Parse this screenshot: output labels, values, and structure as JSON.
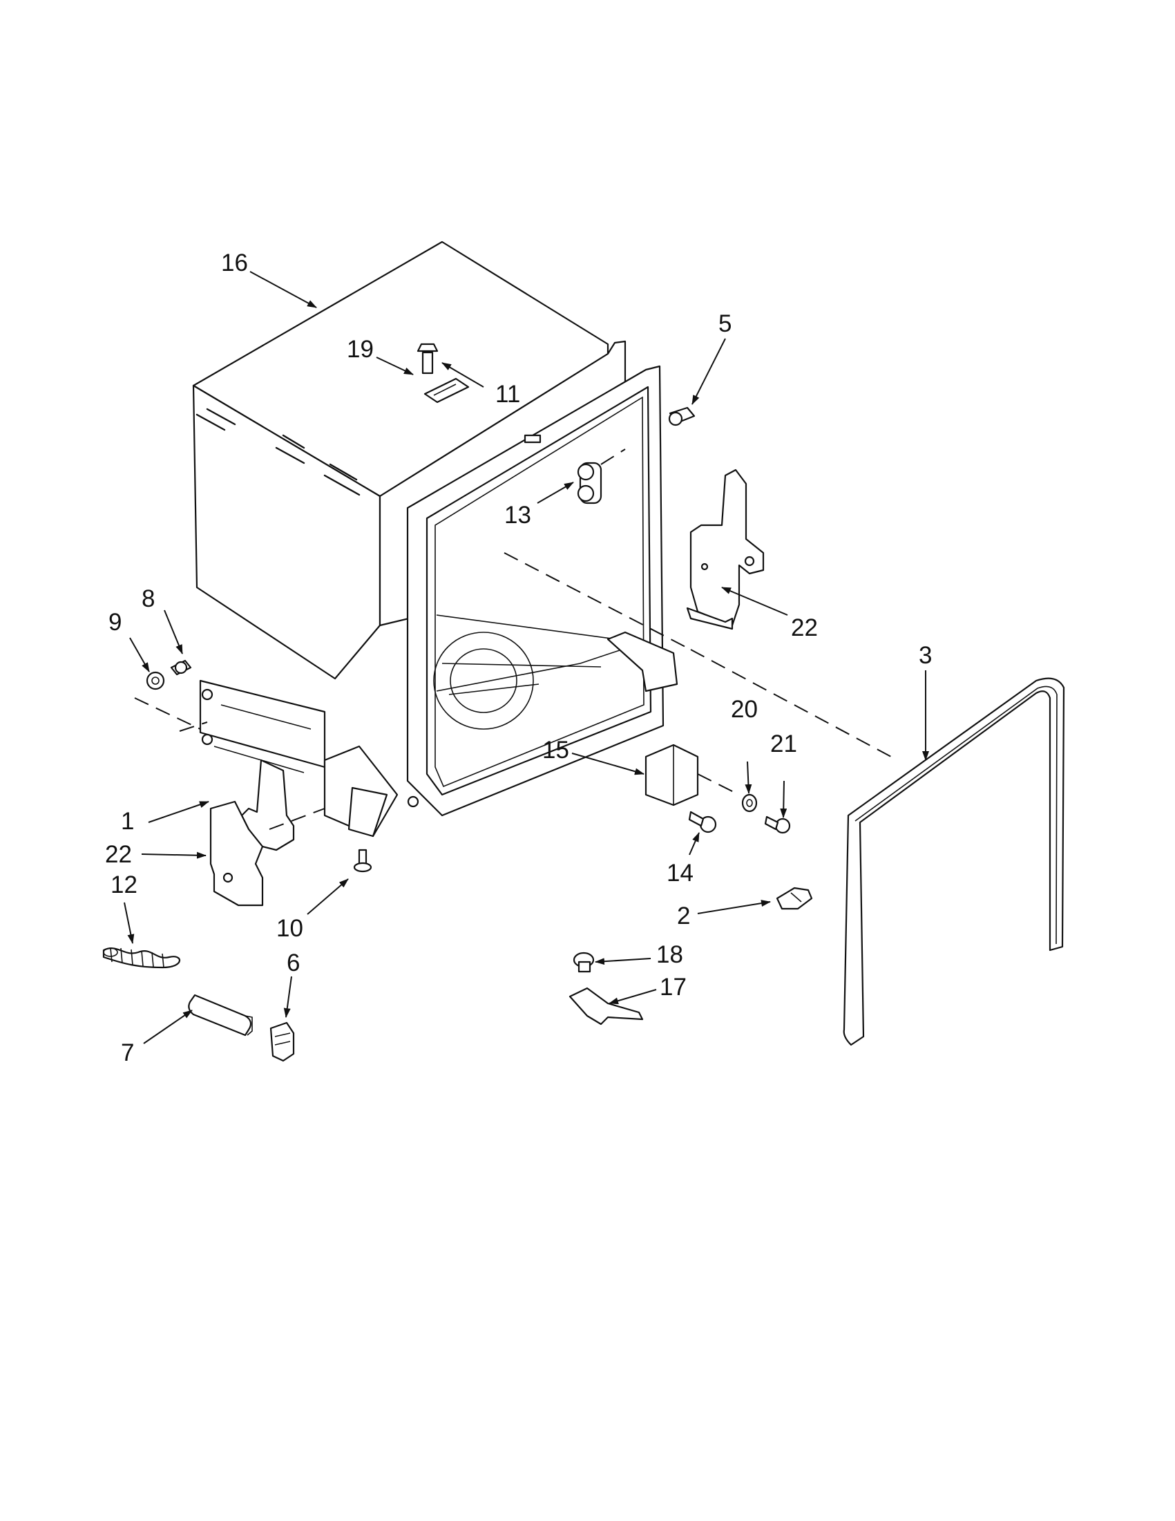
{
  "diagram": {
    "callouts": {
      "c1": "1",
      "c2": "2",
      "c3": "3",
      "c5": "5",
      "c6": "6",
      "c7": "7",
      "c8": "8",
      "c9": "9",
      "c10": "10",
      "c11": "11",
      "c12": "12",
      "c13": "13",
      "c14": "14",
      "c15": "15",
      "c16": "16",
      "c17": "17",
      "c18": "18",
      "c19": "19",
      "c20": "20",
      "c21": "21",
      "c22a": "22",
      "c22b": "22"
    }
  }
}
